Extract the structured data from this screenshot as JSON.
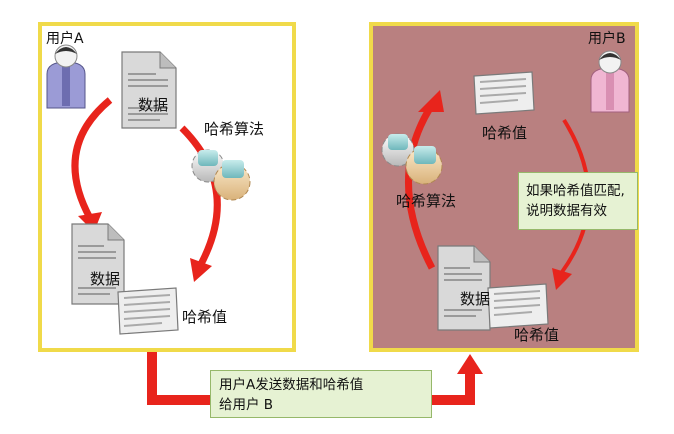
{
  "user_a": {
    "title": "用户A",
    "document_label": "数据",
    "hash_algorithm_label": "哈希算法",
    "document_label_2": "数据",
    "hash_value_label": "哈希值"
  },
  "user_b": {
    "title": "用户B",
    "hash_value_top_label": "哈希值",
    "hash_algorithm_label": "哈希算法",
    "document_label": "数据",
    "hash_value_bottom_label": "哈希值",
    "verify_note": [
      "如果哈希值匹配,",
      "说明数据有效"
    ]
  },
  "transfer_note": [
    "用户A发送数据和哈希值",
    "给用户 B"
  ],
  "colors": {
    "panel_border": "#f0da4a",
    "panel_b_background": "#b98080",
    "arrow_red": "#e8241c",
    "note_background": "#e6f2d3",
    "user_a_body": "#9b9bd6",
    "user_b_body": "#f0b6d2"
  }
}
